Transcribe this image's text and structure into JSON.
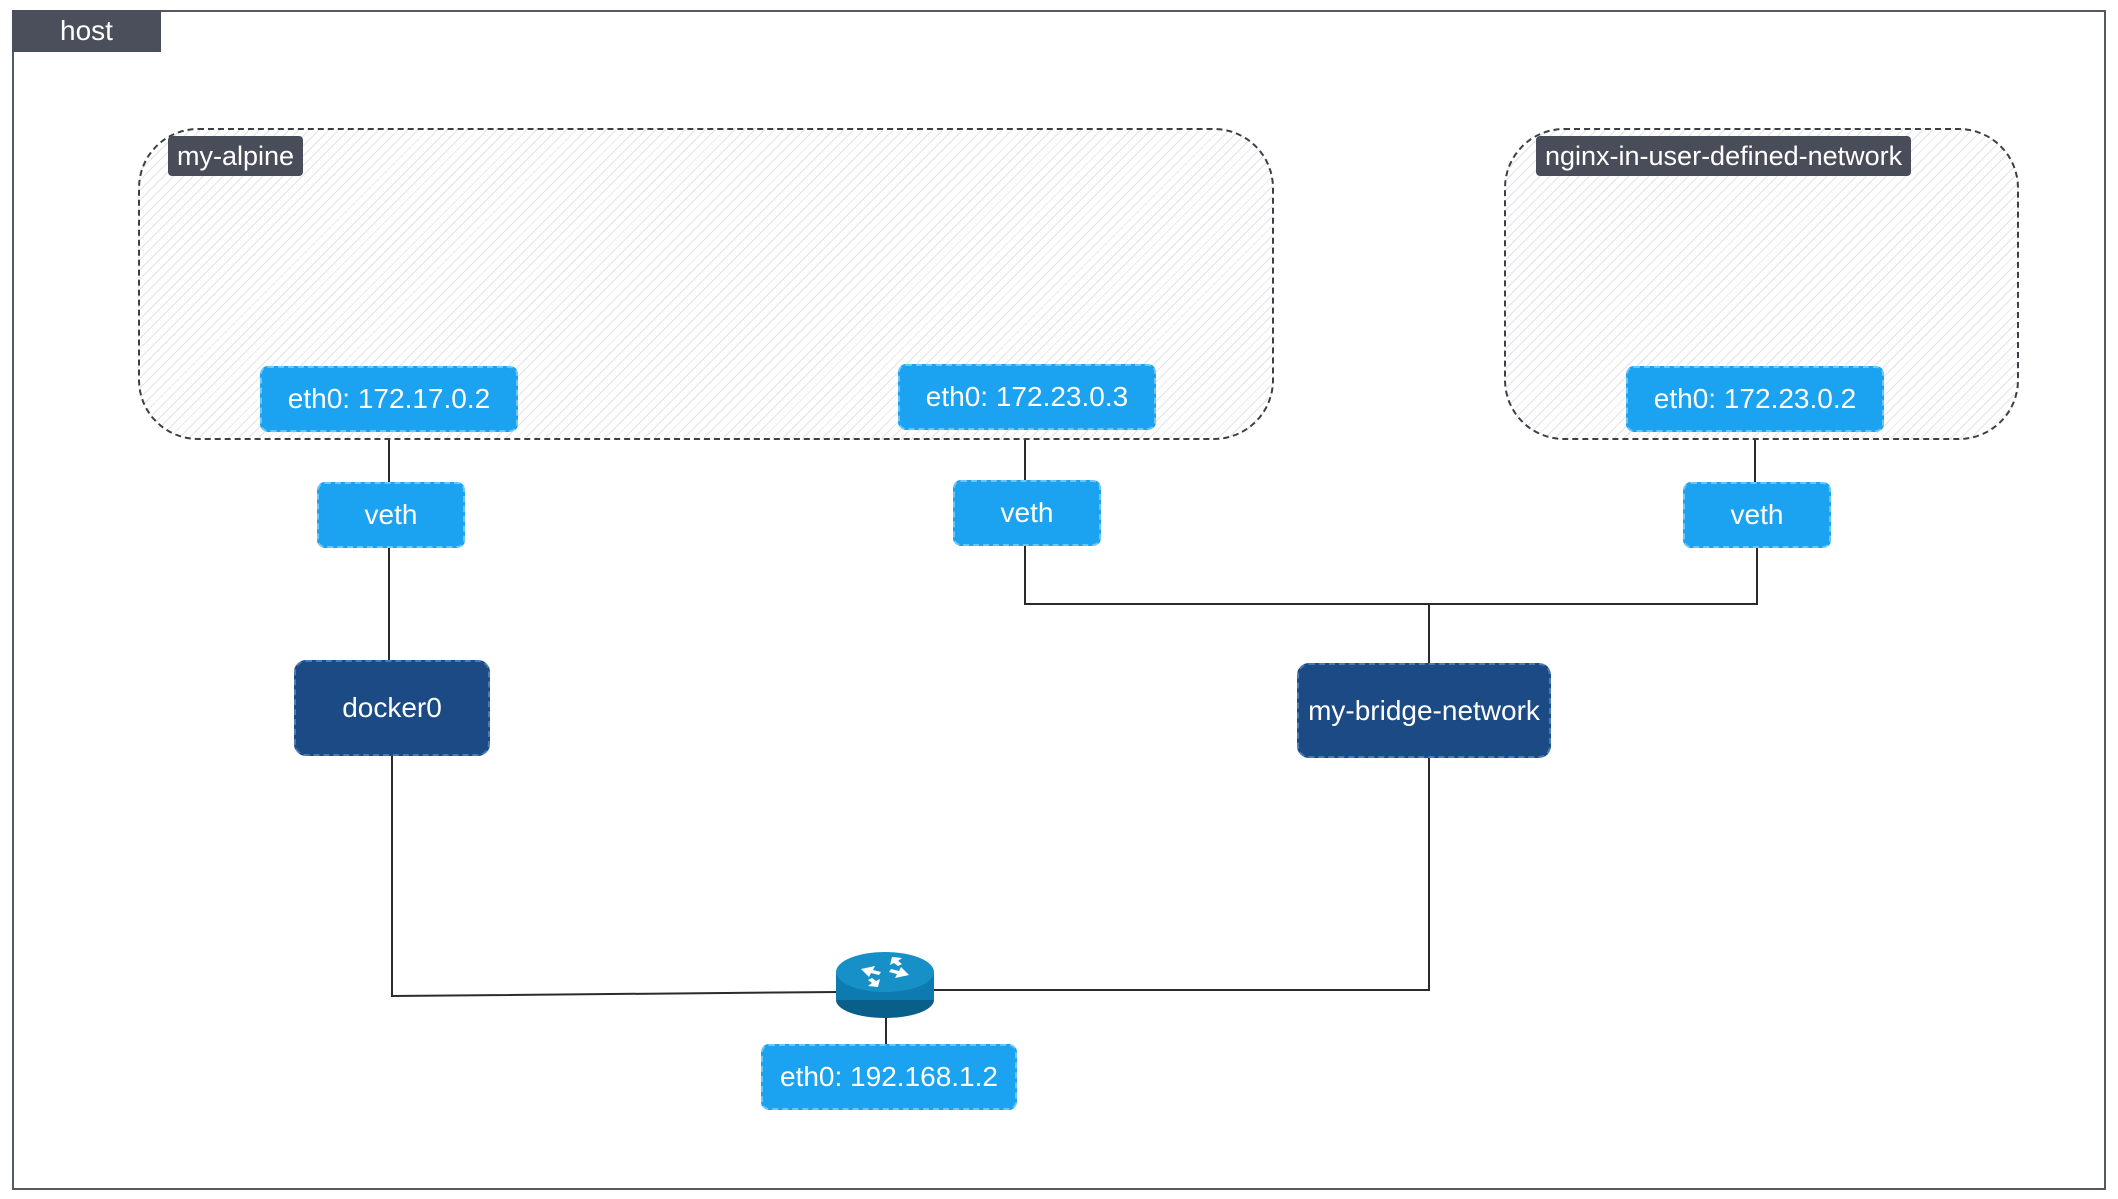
{
  "host": {
    "label": "host"
  },
  "containers": [
    {
      "id": "my-alpine",
      "label": "my-alpine",
      "interfaces": [
        "eth0: 172.17.0.2",
        "eth0: 172.23.0.3"
      ]
    },
    {
      "id": "nginx",
      "label": "nginx-in-user-defined-network",
      "interfaces": [
        "eth0: 172.23.0.2"
      ]
    }
  ],
  "veths": [
    "veth",
    "veth",
    "veth"
  ],
  "bridges": [
    "docker0",
    "my-bridge-network"
  ],
  "host_interface": {
    "label": "eth0: 192.168.1.2",
    "icon": "router-icon"
  },
  "colors": {
    "interface": "#1ba2f0",
    "bridge": "#1b4a85",
    "label_bg": "#494d59",
    "router": "#0d7bb0"
  }
}
